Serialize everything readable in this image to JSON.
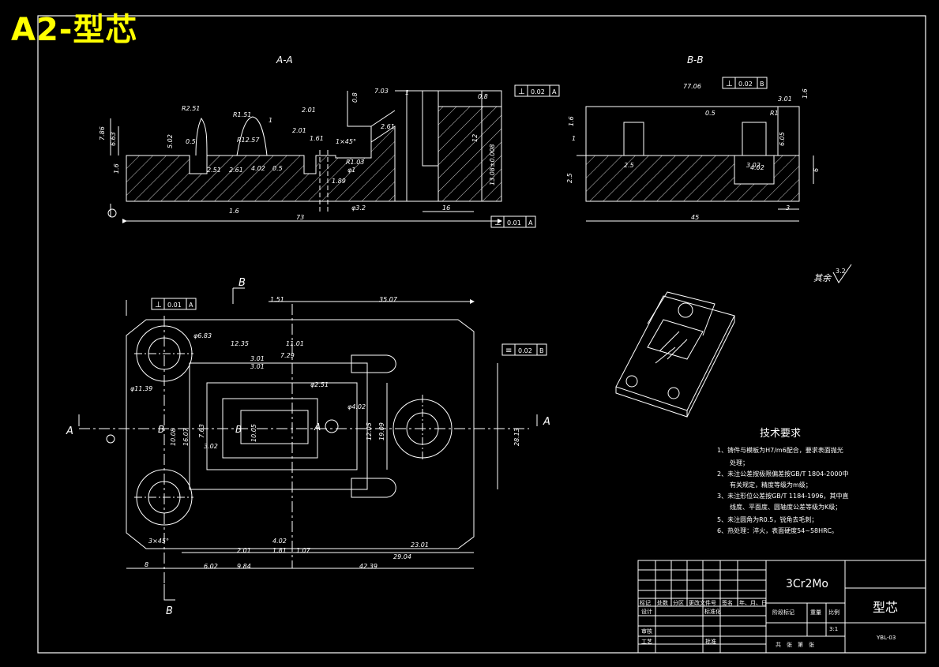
{
  "header": {
    "title": "A2-型芯"
  },
  "colors": {
    "background": "#000000",
    "line": "#ffffff",
    "title": "#ffff00",
    "accent": "#00ff00"
  },
  "views": {
    "section_aa": "A-A",
    "section_bb": "B-B"
  },
  "aa_dims": {
    "r2_51": "R2.51",
    "r1_51": "R1.51",
    "d2_01_top": "2.01",
    "d1": "1",
    "d2_01_mid": "2.01",
    "d1_61": "1.61",
    "chamfer": "1×45°",
    "d7_03": "7.03",
    "d1_top": "1",
    "d7_86": "7.86",
    "d6_63": "6.63",
    "d5_02": "5.02",
    "d0_5a": "0.5",
    "d2_51": "2.51",
    "d4_02": "4.02",
    "d0_5b": "0.5",
    "d2_61": "2.61",
    "phi1": "φ1",
    "r1_03": "R1.03",
    "d1_89": "1.89",
    "d13_08": "13.08±0.008",
    "d12": "12",
    "d16": "16",
    "d73": "73",
    "phi3_2": "φ3.2",
    "r12_57": "R12.57",
    "r2_61": "2.61"
  },
  "bb_dims": {
    "d77_06": "77.06",
    "d0_5": "0.5",
    "d3_01": "3.01",
    "r1": "R1",
    "d6_05": "6.05",
    "d2_5": "2.5",
    "d3_02": "3.02",
    "d4_02": "4.02",
    "d6": "6",
    "d3": "3",
    "d45": "45",
    "d1": "1",
    "d2_5_bottom": "2.5"
  },
  "tolerances": {
    "perp_aa_top": {
      "symbol": "⊥",
      "value": "0.02",
      "datum": "A"
    },
    "perp_bb_left": {
      "symbol": "⊥",
      "value": "0.02",
      "datum": "A"
    },
    "perp_bb_right": {
      "symbol": "⊥",
      "value": "0.02",
      "datum": "B"
    },
    "perp_aa_bottom": {
      "symbol": "⊥",
      "value": "0.01",
      "datum": "A"
    },
    "perp_plan": {
      "symbol": "⊥",
      "value": "0.01",
      "datum": "A"
    },
    "sym_plan": {
      "symbol": "≡",
      "value": "0.02",
      "datum": "B"
    }
  },
  "roughness": {
    "r16a": "1.6",
    "r16b": "1.6",
    "r08": "0.8",
    "r08b": "0.8",
    "r32": "3.2",
    "r16c": "1.6",
    "r16d": "1.6",
    "rest_label": "其余",
    "rest_value": "3.2"
  },
  "plan_dims": {
    "b_top": "B",
    "d1_51": "1.51",
    "d35_07": "35.07",
    "phi6_83": "φ6.83",
    "phi11_39": "φ11.39",
    "d12_35": "12.35",
    "d11_01": "11.01",
    "d3_01a": "3.01",
    "d7_29": "7.29",
    "d3_01b": "3.01",
    "phi2_51": "φ2.51",
    "phi4_02": "φ4.02",
    "d10_08": "10.08",
    "d16_07": "16.07",
    "d7_63": "7.63",
    "d10_05": "10.05",
    "d12_05": "12.05",
    "d19_09": "19.09",
    "d28_13": "28.13",
    "d3_02": "3.02",
    "chamfer": "3×45°",
    "d2_01": "2.01",
    "d1_81": "1.81",
    "d1_07": "1.07",
    "d4_02": "4.02",
    "d23_01": "23.01",
    "d8": "8",
    "d6_02": "6.02",
    "d9_84": "9.84",
    "d29_04": "29.04",
    "d42_39": "42.39",
    "a_left": "A",
    "a_right": "A",
    "b_center": "B",
    "a_center": "A",
    "b_bottom": "B"
  },
  "tech_req": {
    "title": "技术要求",
    "items": [
      "1、铸件与模板为H7/m6配合，要求表面抛光",
      "　　处理；",
      "2、未注公差按极限偏差按GB/T 1804-2000中",
      "　　有关规定，精度等级为m级；",
      "3、未注形位公差按GB/T 1184-1996，其中直",
      "　　线度、平面度、圆轴度公差等级为K级；",
      "5、未注圆角为R0.5，锐角去毛刺；",
      "6、热处理：淬火，表面硬度54~58HRC。"
    ]
  },
  "title_block": {
    "material": "3Cr2Mo",
    "part_name": "型芯",
    "row1": [
      "标记",
      "处数",
      "分区",
      "更改文件号",
      "签名",
      "年、月、日"
    ],
    "design": "设计",
    "standard": "标准化",
    "stage_mark": "阶段标记",
    "weight": "重量",
    "scale_label": "比例",
    "scale_value": "3:1",
    "review": "审核",
    "process": "工艺",
    "approve": "批准",
    "sheets": "共　张　第　张",
    "drawing_no": "YBL-03"
  }
}
